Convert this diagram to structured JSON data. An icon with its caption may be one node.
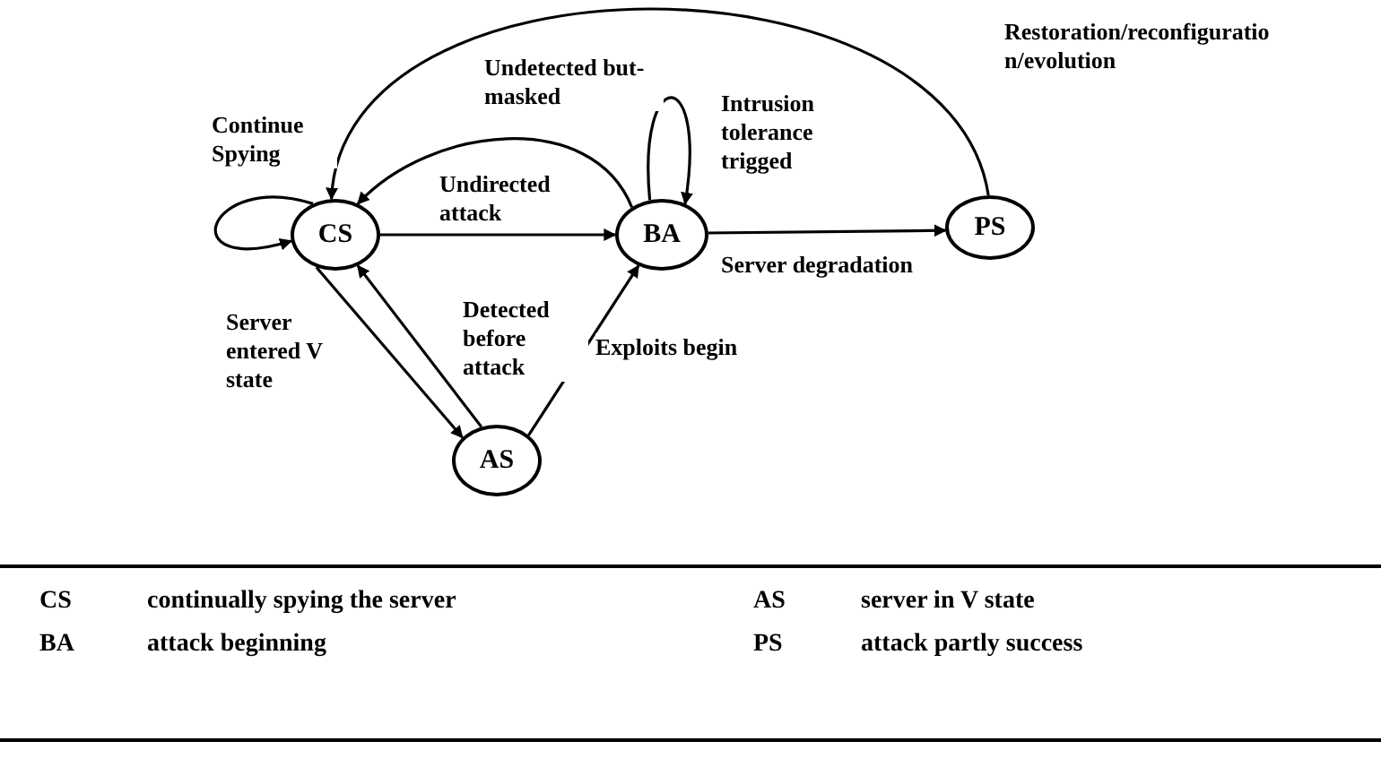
{
  "diagram": {
    "nodes": [
      {
        "text": [
          "CS"
        ]
      },
      {
        "text": [
          "BA"
        ]
      },
      {
        "text": [
          "PS"
        ]
      },
      {
        "text": [
          "AS"
        ]
      }
    ],
    "edges": [
      {
        "from": 0,
        "to": 0,
        "arrow": "to",
        "label": "Continue Spying"
      },
      {
        "from": 0,
        "to": 1,
        "arrow": "to",
        "label": "Undirected attack"
      },
      {
        "from": 1,
        "to": 0,
        "arrow": "to",
        "label": "Undetected but-masked"
      },
      {
        "from": 2,
        "to": 0,
        "arrow": "to",
        "label": "Restoration/reconfiguration/evolution"
      },
      {
        "from": 1,
        "to": 1,
        "arrow": "to",
        "label": "Intrusion tolerance trigged"
      },
      {
        "from": 1,
        "to": 2,
        "arrow": "to",
        "label": "Server degradation"
      },
      {
        "from": 0,
        "to": 3,
        "arrow": "to",
        "label": "Server entered V state"
      },
      {
        "from": 3,
        "to": 0,
        "arrow": "to",
        "label": "Detected before attack"
      },
      {
        "from": 3,
        "to": 1,
        "arrow": "to",
        "label": "Exploits begin"
      }
    ],
    "labels": [
      "CS",
      "continually spying the server",
      "AS",
      "server in V state",
      "BA",
      "attack beginning",
      "PS",
      "attack partly success"
    ]
  }
}
